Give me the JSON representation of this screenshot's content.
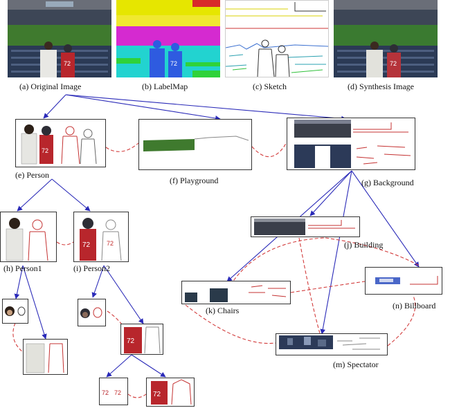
{
  "captions": {
    "a": "(a) Original Image",
    "b": "(b) LabelMap",
    "c": "(c) Sketch",
    "d": "(d) Synthesis Image"
  },
  "nodes": {
    "e": "(e) Person",
    "f": "(f) Playground",
    "g": "(g) Background",
    "h": "(h) Person1",
    "i": "(i) Person2",
    "j": "(j) Building",
    "k": "(k) Chairs",
    "m": "(m) Spectator",
    "n": "(n) Billboard"
  },
  "jersey_number": "72",
  "colors": {
    "tree_link": "#2a2ab8",
    "relation_link": "#d23b3b",
    "sketch_red": "#c43030",
    "field_green": "#3f7a2e",
    "label_yellow": "#e6e600",
    "label_magenta": "#d52ad0",
    "label_cyan": "#22d3d0",
    "label_blue": "#2e5be0",
    "label_green": "#2fd23a"
  }
}
